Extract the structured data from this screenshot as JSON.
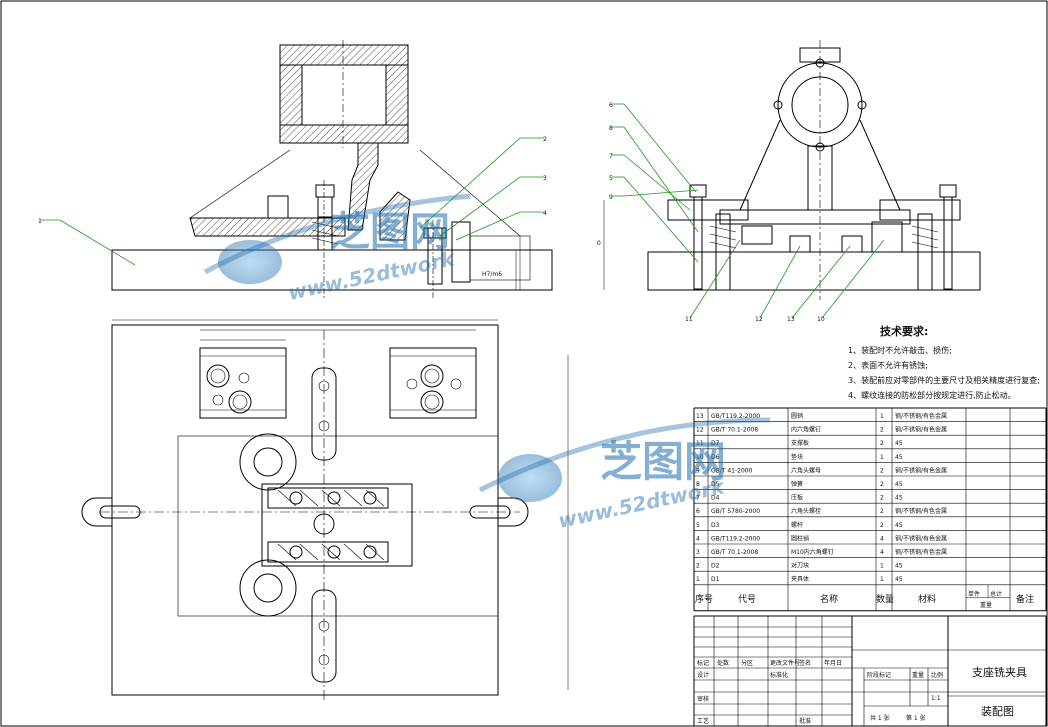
{
  "tech_requirements": {
    "title": "技术要求:",
    "items": [
      "1、装配时不允许敲击、损伤;",
      "2、表面不允许有锈蚀;",
      "3、装配前应对零部件的主要尺寸及相关精度进行复查;",
      "4、螺纹连接的防松部分按规定进行,防止松动。"
    ]
  },
  "bom": {
    "headers": [
      "序号",
      "代号",
      "名称",
      "数量",
      "材料",
      "单件",
      "总计",
      "重量",
      "备注"
    ],
    "rows": [
      {
        "no": "13",
        "code": "GB/T119.2-2000",
        "name": "圆销",
        "qty": "1",
        "mat": "钢/不锈钢/有色金属"
      },
      {
        "no": "12",
        "code": "GB/T 70.1-2008",
        "name": "内六角螺钉",
        "qty": "2",
        "mat": "钢/不锈钢/有色金属"
      },
      {
        "no": "11",
        "code": "D7",
        "name": "支撑板",
        "qty": "2",
        "mat": "45"
      },
      {
        "no": "10",
        "code": "D6",
        "name": "垫块",
        "qty": "1",
        "mat": "45"
      },
      {
        "no": "9",
        "code": "GB/T 41-2000",
        "name": "六角头螺母",
        "qty": "2",
        "mat": "钢/不锈钢/有色金属"
      },
      {
        "no": "8",
        "code": "D5",
        "name": "弹簧",
        "qty": "2",
        "mat": "45"
      },
      {
        "no": "7",
        "code": "D4",
        "name": "压板",
        "qty": "2",
        "mat": "45"
      },
      {
        "no": "6",
        "code": "GB/T 5780-2000",
        "name": "六角头螺栓",
        "qty": "2",
        "mat": "钢/不锈钢/有色金属"
      },
      {
        "no": "5",
        "code": "D3",
        "name": "螺杆",
        "qty": "2",
        "mat": "45"
      },
      {
        "no": "4",
        "code": "GB/T119.2-2000",
        "name": "圆柱销",
        "qty": "4",
        "mat": "钢/不锈钢/有色金属"
      },
      {
        "no": "3",
        "code": "GB/T 70.1-2008",
        "name": "M10内六角螺钉",
        "qty": "4",
        "mat": "钢/不锈钢/有色金属"
      },
      {
        "no": "2",
        "code": "D2",
        "name": "对刀块",
        "qty": "1",
        "mat": "45"
      },
      {
        "no": "1",
        "code": "D1",
        "name": "夹具体",
        "qty": "1",
        "mat": "45"
      }
    ]
  },
  "title_block": {
    "drawing_name": "支座铣夹具",
    "drawing_type": "装配图",
    "labels": {
      "mark": "标记",
      "count": "处数",
      "zone": "分区",
      "doc_no": "更改文件号",
      "sign": "签名",
      "date": "年月日",
      "design": "设计",
      "standard": "标准化",
      "stage_mark": "阶段标记",
      "weight": "重量",
      "scale": "比例",
      "review": "审核",
      "process": "工艺",
      "approve": "批准",
      "sheets": "共 1 张",
      "sheet": "第 1 张",
      "scale_value": "1:1"
    }
  },
  "leaders": {
    "upper_left": [
      "1",
      "2",
      "3",
      "4"
    ],
    "upper_right_left": [
      "6",
      "8",
      "7",
      "5",
      "9"
    ],
    "upper_right_bottom": [
      "11",
      "12",
      "13",
      "10"
    ]
  },
  "watermark": {
    "brand": "芝图网",
    "url": "www.52dtwork"
  }
}
